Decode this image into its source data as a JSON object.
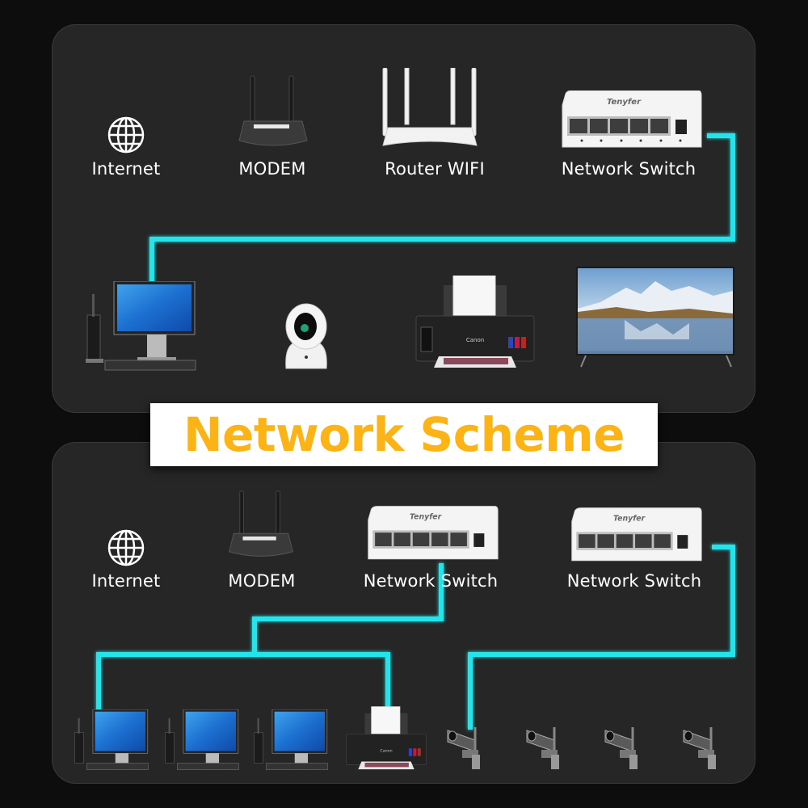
{
  "title": "Network Scheme",
  "colors": {
    "background": "#0d0d0d",
    "panel": "#262626",
    "cable": "#22e4ea",
    "title_text": "#fcb315",
    "title_bg": "#ffffff",
    "label_text": "#ffffff"
  },
  "top_scheme": {
    "chain": [
      {
        "label": "Internet",
        "icon": "globe-icon"
      },
      {
        "label": "MODEM",
        "icon": "modem-icon"
      },
      {
        "label": "Router WIFI",
        "icon": "wifi-router-icon"
      },
      {
        "label": "Network Switch",
        "icon": "network-switch-icon",
        "brand": "Tenyfer"
      }
    ],
    "endpoints": [
      {
        "device": "desktop-computer",
        "icon": "desktop-computer-icon"
      },
      {
        "device": "ip-camera",
        "icon": "ip-camera-icon"
      },
      {
        "device": "printer",
        "icon": "printer-icon",
        "brand": "Canon"
      },
      {
        "device": "smart-tv",
        "icon": "tv-icon"
      }
    ]
  },
  "bottom_scheme": {
    "chain": [
      {
        "label": "Internet",
        "icon": "globe-icon"
      },
      {
        "label": "MODEM",
        "icon": "modem-icon"
      },
      {
        "label": "Network Switch",
        "icon": "network-switch-icon",
        "brand": "Tenyfer"
      },
      {
        "label": "Network Switch",
        "icon": "network-switch-icon",
        "brand": "Tenyfer"
      }
    ],
    "switch1_endpoints": [
      {
        "device": "desktop-computer",
        "icon": "desktop-computer-icon"
      },
      {
        "device": "desktop-computer",
        "icon": "desktop-computer-icon"
      },
      {
        "device": "desktop-computer",
        "icon": "desktop-computer-icon"
      },
      {
        "device": "printer",
        "icon": "printer-icon",
        "brand": "Canon"
      }
    ],
    "switch2_endpoints": [
      {
        "device": "security-camera",
        "icon": "security-camera-icon"
      },
      {
        "device": "security-camera",
        "icon": "security-camera-icon"
      },
      {
        "device": "security-camera",
        "icon": "security-camera-icon"
      },
      {
        "device": "security-camera",
        "icon": "security-camera-icon"
      }
    ]
  }
}
